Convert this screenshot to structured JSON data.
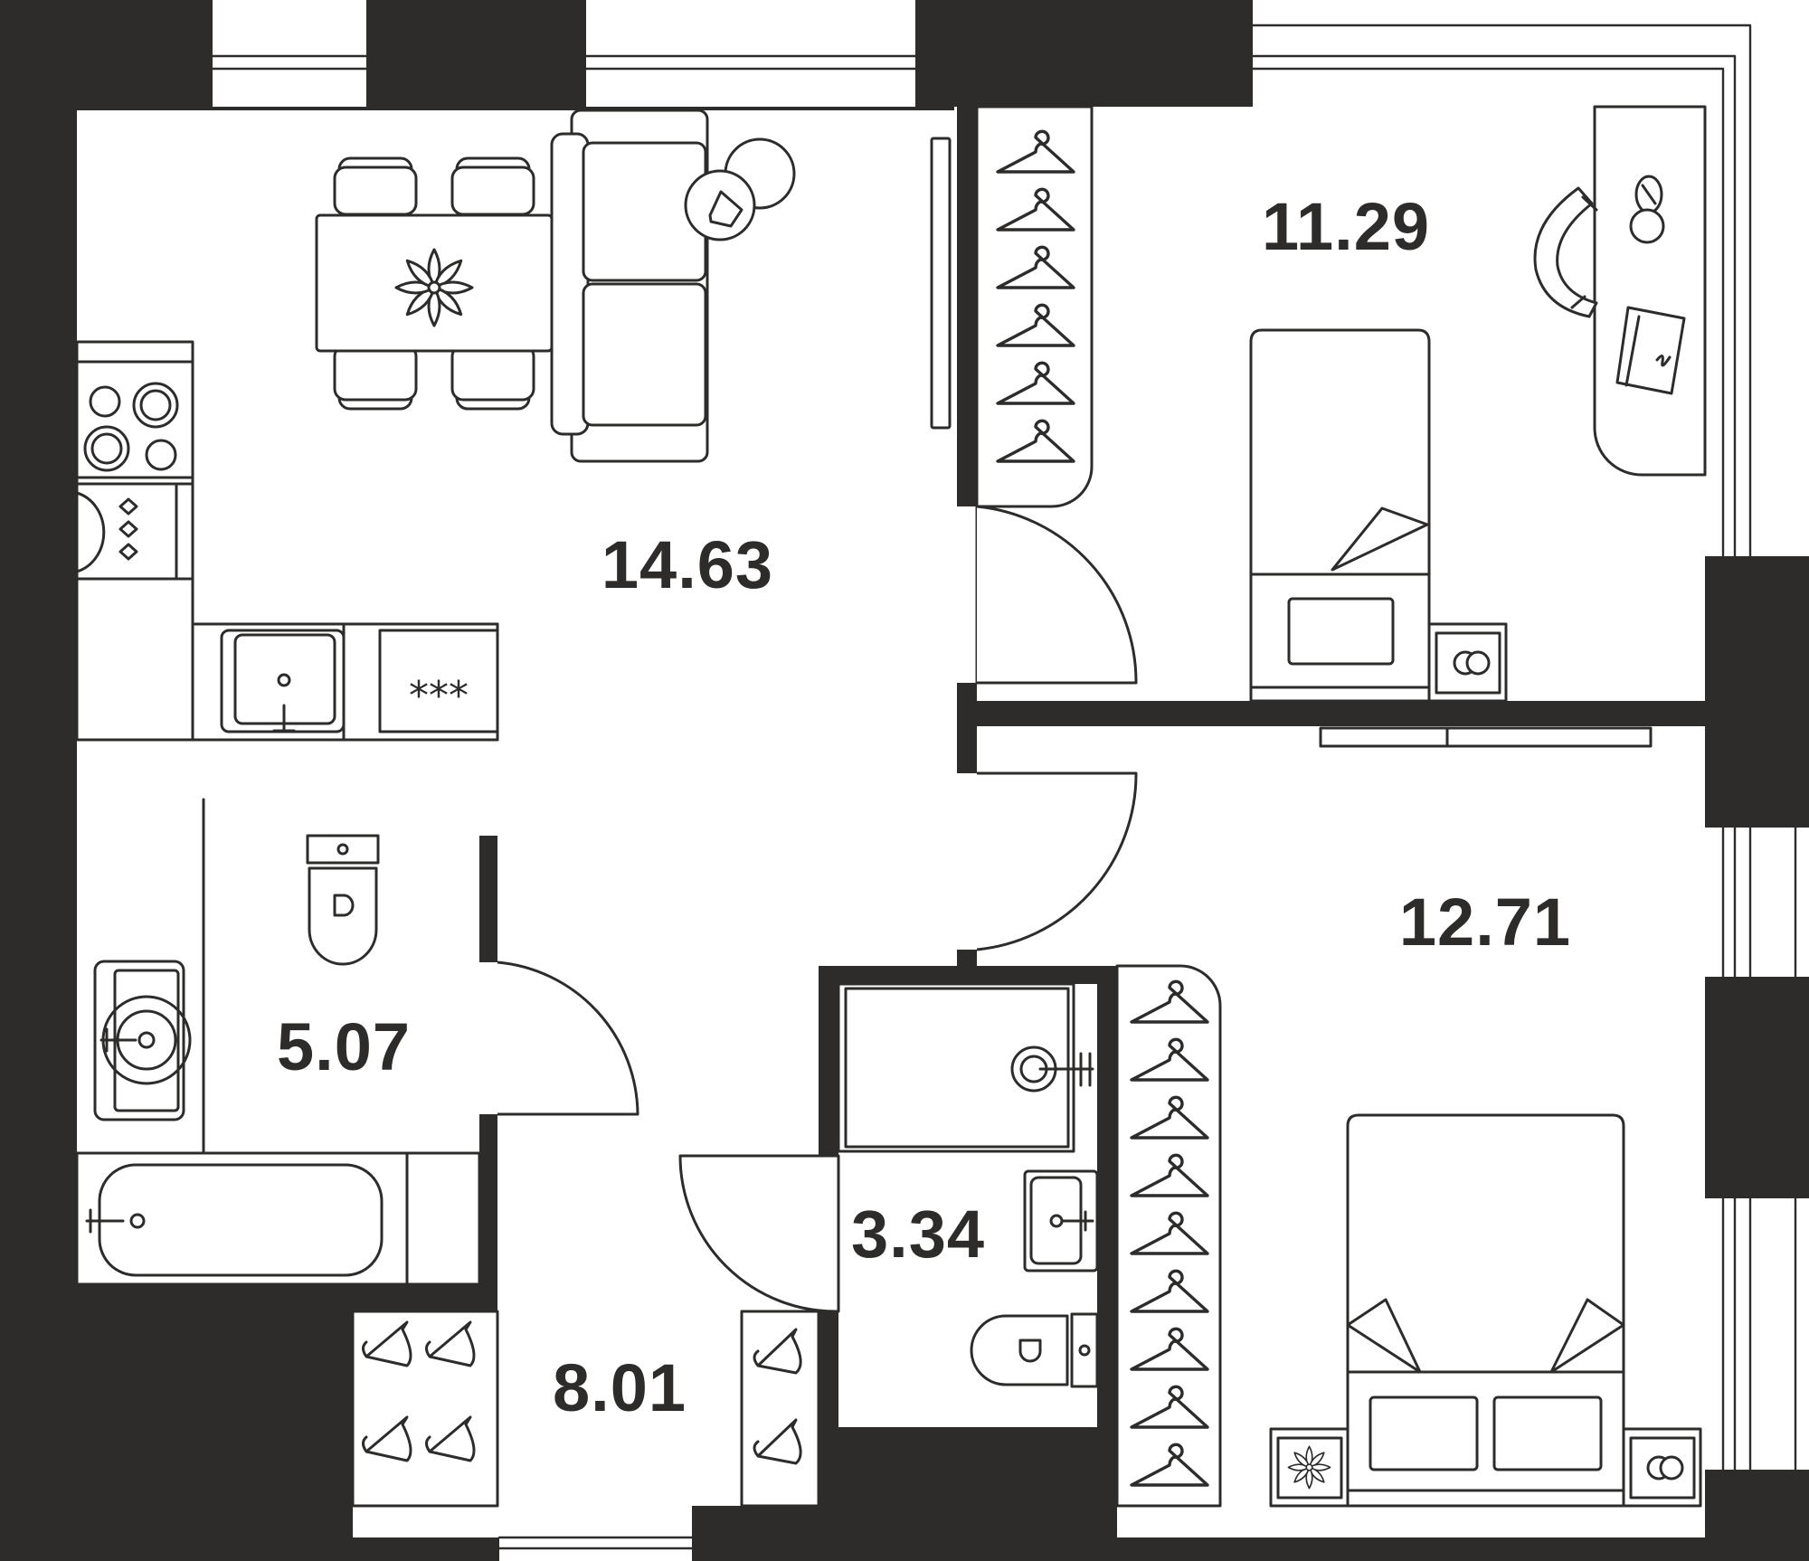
{
  "plan": {
    "rooms": [
      {
        "id": "living-kitchen",
        "area": "14.63"
      },
      {
        "id": "bedroom-small",
        "area": "11.29"
      },
      {
        "id": "bedroom-large",
        "area": "12.71"
      },
      {
        "id": "bathroom",
        "area": "5.07"
      },
      {
        "id": "wc",
        "area": "3.34"
      },
      {
        "id": "hallway",
        "area": "8.01"
      }
    ],
    "fridge_symbol": "***"
  },
  "colors": {
    "wall": "#2d2c2b",
    "floor": "#ffffff"
  },
  "icons": [
    "hanger-icon",
    "flower-icon",
    "lamp-icon",
    "rings-icon",
    "stove-icon",
    "sink-icon",
    "toilet-icon",
    "bathtub-icon",
    "shower-icon"
  ]
}
